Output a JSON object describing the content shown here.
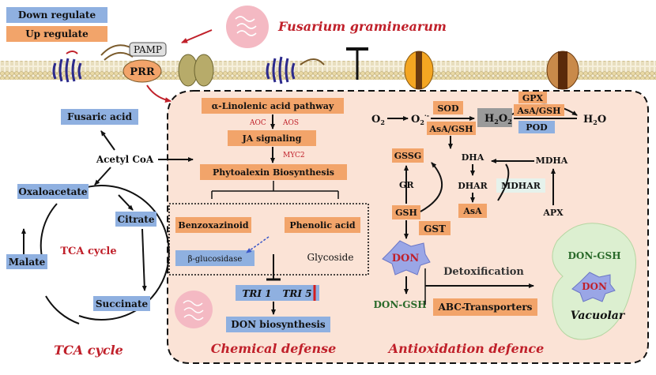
{
  "legend": {
    "down": {
      "label": "Down regulate",
      "color": "#8fb0e0"
    },
    "up": {
      "label": "Up regulate",
      "color": "#f2a46a"
    }
  },
  "membrane": {
    "pamp": "PAMP",
    "prr": "PRR",
    "pathogen": "Fusarium graminearum"
  },
  "tca": {
    "acetyl": "Acetyl CoA",
    "fusaric": "Fusaric acid",
    "oxaloacetate": "Oxaloacetate",
    "citrate": "Citrate",
    "malate": "Malate",
    "succinate": "Succinate",
    "inner_label": "TCA cycle",
    "outer_label": "TCA cycle"
  },
  "chemical": {
    "linolenic": "α-Linolenic acid pathway",
    "aoc": "AOC",
    "aos": "AOS",
    "ja": "JA signaling",
    "myc2": "MYC2",
    "phytoalexin": "Phytoalexin Biosynthesis",
    "benzox": "Benzoxazinoid",
    "phenolic": "Phenolic acid",
    "glucosidase": "β-glucosidase",
    "glycoside": "Glycoside",
    "tri1": "TRI 1",
    "tri5": "TRI 5",
    "don_bio": "DON  biosynthesis",
    "section_label": "Chemical defense"
  },
  "antiox": {
    "o2": "O",
    "o2_sub": "2",
    "o2r": "O",
    "o2r_sub": "2",
    "o2r_sup": "·-",
    "sod": "SOD",
    "asa_gsh_a": "AsA/GSH",
    "h2o2": "H",
    "h2o2_sub1": "2",
    "h2o2_o": "O",
    "h2o2_sub2": "2",
    "gpx": "GPX",
    "asa_gsh_b": "AsA/GSH",
    "pod": "POD",
    "h2o": "H",
    "h2o_sub": "2",
    "h2o_o": "O",
    "gssg": "GSSG",
    "gr": "GR",
    "gsh": "GSH",
    "gst": "GST",
    "dha": "DHA",
    "dhar": "DHAR",
    "asa": "AsA",
    "mdha": "MDHA",
    "mdhar": "MDHAR",
    "apx": "APX",
    "don": "DON",
    "don_gsh": "DON-GSH",
    "detox": "Detoxification",
    "abc": "ABC-Transporters",
    "section_label": "Antioxidation defence"
  },
  "vacuole": {
    "don_gsh": "DON-GSH",
    "don": "DON",
    "label": "Vacuolar"
  }
}
